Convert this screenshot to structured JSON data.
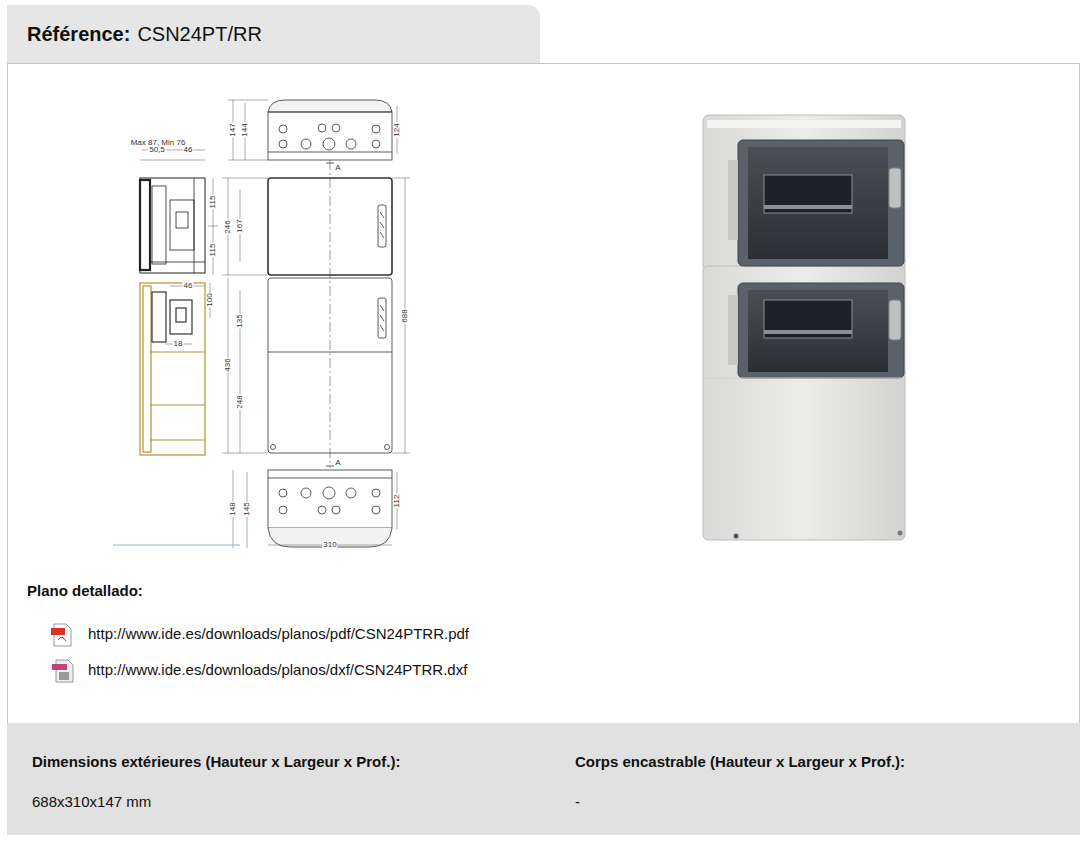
{
  "diagram": {
    "nodes": [
      {
        "text": [
          "Référence:",
          "CSN24PT/RR"
        ]
      },
      {
        "text": [
          "Dimensions extérieures (Hauteur x Largeur x Prof.):",
          "688x310x147 mm",
          "Corps encastrable (Hauteur x Largeur x Prof.):",
          "-"
        ]
      }
    ],
    "labels": [
      "Max 87, Min 76",
      "50,5",
      "46",
      "147",
      "144",
      "124",
      "A",
      "115",
      "115",
      "246",
      "167",
      "688",
      "46",
      "100",
      "135",
      "18",
      "436",
      "248",
      "A",
      "148",
      "145",
      "112",
      "310",
      "Plano detallado:",
      "http://www.ide.es/downloads/planos/pdf/CSN24PTRR.pdf",
      "http://www.ide.es/downloads/planos/dxf/CSN24PTRR.dxf"
    ]
  }
}
